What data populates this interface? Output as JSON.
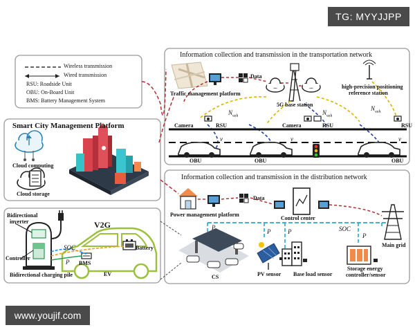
{
  "watermark_top": "TG: MYYJJPP",
  "watermark_bottom": "www.youjif.com",
  "legend": {
    "wireless": "Wireless transmission",
    "wired": "Wired transmission",
    "rsu": "RSU:  Roadside Unit",
    "obu": "OBU:  On-Board Unit",
    "bms": "BMS:  Battery Management System"
  },
  "smart_city": {
    "title": "Smart City Management Platform",
    "cloud_computing": "Cloud computing",
    "cloud_storage": "Cloud storage"
  },
  "v2g": {
    "title": "V2G",
    "bidirectional_inverter_1": "Bidirectional",
    "bidirectional_inverter_2": "inverter",
    "controller": "Controller",
    "charging_pile": "Bidirectional charging pile",
    "soc": "SOC",
    "p_label": "P",
    "bms": "BMS",
    "battery": "Battery",
    "ev": "EV"
  },
  "transport": {
    "title": "Information collection and transmission in the transportation network",
    "data": "Data",
    "traffic_platform": "Traffic management platform",
    "base_station": "5G base station",
    "positioning_1": "high-precision positioning",
    "positioning_2": "reference station",
    "camera": "Camera",
    "rsu": "RSU",
    "obu": "OBU",
    "n_veh": "N",
    "veh_sub": "veh",
    "v_label": "v"
  },
  "distribution": {
    "title": "Information collection and transmission in the distribution network",
    "data": "Data",
    "power_platform": "Power management platform",
    "control_center": "Control center",
    "cs": "CS",
    "pv_sensor": "PV sensor",
    "base_load_sensor": "Base load sensor",
    "storage_1": "Storage energy",
    "storage_2": "controller/sensor",
    "main_grid": "Main grid",
    "p_label": "P",
    "soc": "SOC"
  }
}
